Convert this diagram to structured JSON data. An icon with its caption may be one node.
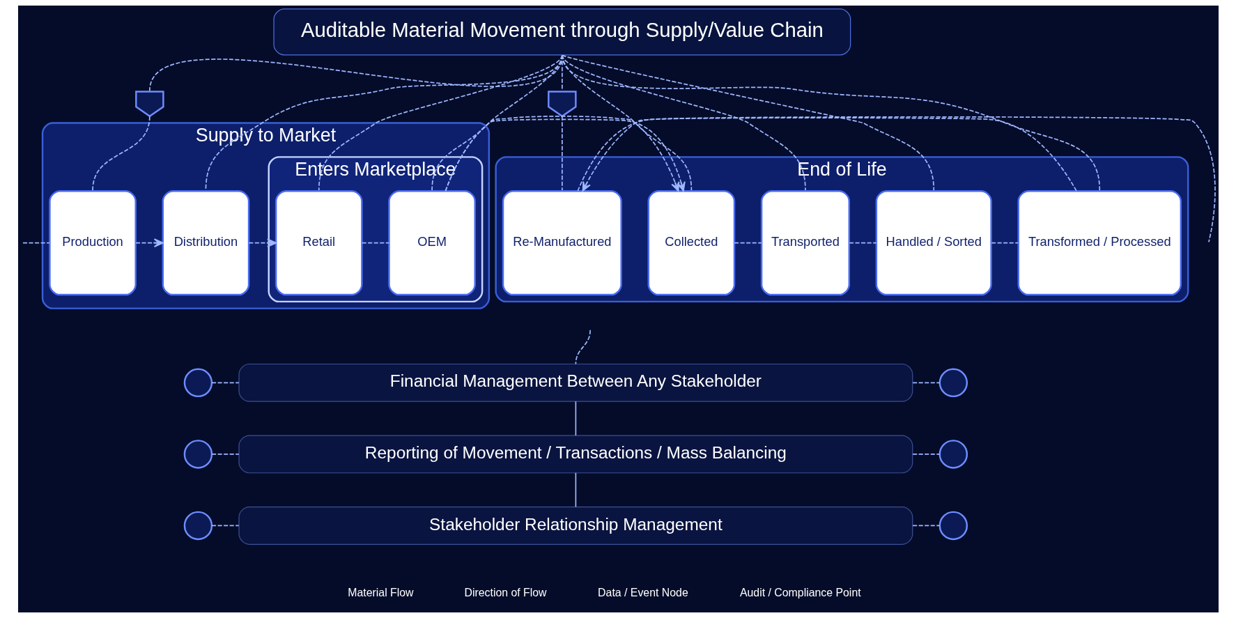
{
  "diagram": {
    "nodes": [
      {
        "text": [
          "Auditable Material Movement through Supply/Value Chain"
        ]
      },
      {
        "text": [],
        "shape": "shield"
      },
      {
        "text": [],
        "shape": "shield"
      },
      {
        "text": [
          "Supply to Market"
        ]
      },
      {
        "text": [
          "Production"
        ],
        "in": 3
      },
      {
        "text": [
          "Distribution"
        ],
        "in": 3
      },
      {
        "text": [
          "Enters Marketplace"
        ],
        "in": 3
      },
      {
        "text": [
          "Retail"
        ],
        "in": 6
      },
      {
        "text": [
          "OEM"
        ],
        "in": 6
      },
      {
        "text": [
          "End of Life"
        ]
      },
      {
        "text": [
          "Collected"
        ],
        "in": 9
      },
      {
        "text": [
          "Transported"
        ],
        "in": 9
      },
      {
        "text": [
          "Handled / Sorted"
        ],
        "in": 9
      },
      {
        "text": [
          "Transformed / Processed"
        ],
        "in": 9
      },
      {
        "text": [
          "Re-Manufactured"
        ],
        "in": 9
      },
      {
        "text": [
          "Financial Management Between Any Stakeholder"
        ]
      },
      {
        "text": [
          "Reporting of Movement / Transactions / Mass Balancing"
        ]
      },
      {
        "text": [
          "Stakeholder Relationship Management"
        ]
      },
      {
        "text": [],
        "shape": "circle"
      },
      {
        "text": [],
        "shape": "circle"
      },
      {
        "text": [],
        "shape": "circle"
      },
      {
        "text": [],
        "shape": "circle"
      },
      {
        "text": [],
        "shape": "circle"
      },
      {
        "text": [],
        "shape": "circle"
      }
    ],
    "edges": [
      {
        "from": 0,
        "to": 1,
        "arrow": "none",
        "style": "dashed"
      },
      {
        "from": 1,
        "to": 4,
        "arrow": "none",
        "style": "dashed"
      },
      {
        "from": 0,
        "to": 5,
        "arrow": "none",
        "style": "dashed"
      },
      {
        "from": 0,
        "to": 7,
        "arrow": "none",
        "style": "dashed"
      },
      {
        "from": 0,
        "to": 8,
        "arrow": "none",
        "style": "dashed"
      },
      {
        "from": 0,
        "to": 10,
        "arrow": "none",
        "style": "dashed"
      },
      {
        "from": 0,
        "to": 11,
        "arrow": "none",
        "style": "dashed"
      },
      {
        "from": 0,
        "to": 12,
        "arrow": "none",
        "style": "dashed"
      },
      {
        "from": 0,
        "to": 13,
        "arrow": "none",
        "style": "dashed"
      },
      {
        "from": 0,
        "to": 2,
        "arrow": "none",
        "style": "dashed"
      },
      {
        "from": 2,
        "to": 14,
        "arrow": "none",
        "style": "dashed"
      },
      {
        "from": null,
        "to": 4,
        "arrow": "none",
        "style": "dashed"
      },
      {
        "from": 4,
        "to": 5,
        "arrow": "to",
        "style": "dashed"
      },
      {
        "from": 5,
        "to": 7,
        "arrow": "to",
        "style": "dashed"
      },
      {
        "from": 7,
        "to": 8,
        "arrow": "none",
        "style": "dashed"
      },
      {
        "from": 8,
        "to": 10,
        "arrow": "to",
        "style": "dashed"
      },
      {
        "from": 10,
        "to": 11,
        "arrow": "none",
        "style": "dashed"
      },
      {
        "from": 11,
        "to": 12,
        "arrow": "none",
        "style": "dashed"
      },
      {
        "from": 12,
        "to": 13,
        "arrow": "none",
        "style": "dashed"
      },
      {
        "from": 13,
        "to": 14,
        "arrow": "to",
        "style": "dashed"
      },
      {
        "from": 14,
        "to": null,
        "arrow": "none",
        "style": "dashed"
      },
      {
        "from": null,
        "to": 15,
        "arrow": "none",
        "style": "dashed"
      },
      {
        "from": 15,
        "to": 16,
        "arrow": "none"
      },
      {
        "from": 16,
        "to": 17,
        "arrow": "none"
      },
      {
        "from": 18,
        "to": 15,
        "arrow": "none",
        "style": "dashed"
      },
      {
        "from": 15,
        "to": 21,
        "arrow": "none",
        "style": "dashed"
      },
      {
        "from": 19,
        "to": 16,
        "arrow": "none",
        "style": "dashed"
      },
      {
        "from": 16,
        "to": 22,
        "arrow": "none",
        "style": "dashed"
      },
      {
        "from": 20,
        "to": 17,
        "arrow": "none",
        "style": "dashed"
      },
      {
        "from": 17,
        "to": 23,
        "arrow": "none",
        "style": "dashed"
      }
    ],
    "legend": [
      {
        "text": "Material Flow"
      },
      {
        "text": "Direction of Flow"
      },
      {
        "text": "Data / Event Node"
      },
      {
        "text": "Audit / Compliance Point"
      }
    ]
  }
}
